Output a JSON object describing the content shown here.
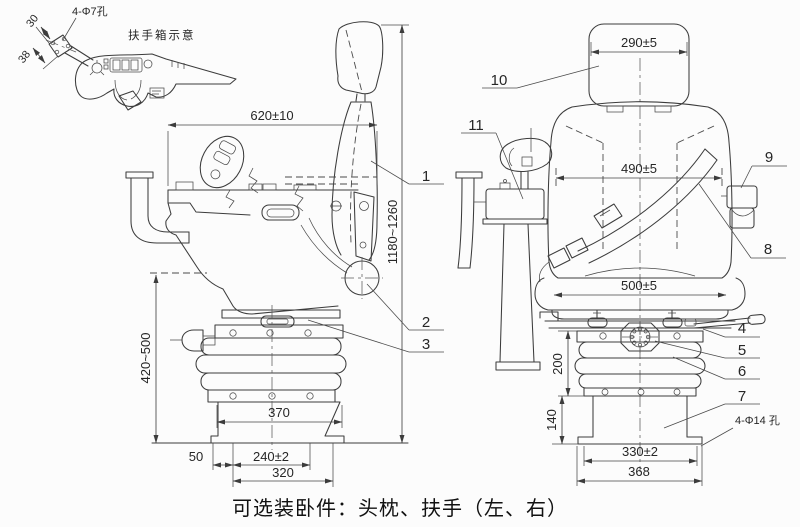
{
  "caption": "可选装卧件：头枕、扶手（左、右）",
  "detail_view": {
    "title": "扶手箱示意",
    "hole_label": "4-Φ7孔",
    "dim_30": "30",
    "dim_38": "38"
  },
  "side_view": {
    "dim_width_top": "620±10",
    "dim_overall_height": "1180~1260",
    "dim_seat_height": "420~500",
    "dim_base_width": "370",
    "dim_offset_50": "50",
    "dim_hole_span": "240±2",
    "dim_outer_span": "320"
  },
  "front_view": {
    "dim_headrest_width": "290±5",
    "dim_backrest_width": "490±5",
    "dim_cushion_width": "500±5",
    "dim_bellows_height": "200",
    "dim_pedestal_height": "140",
    "dim_hole_span": "330±2",
    "dim_base_width": "368",
    "hole_label": "4-Φ14 孔"
  },
  "callouts": {
    "c1": "1",
    "c2": "2",
    "c3": "3",
    "c4": "4",
    "c5": "5",
    "c6": "6",
    "c7": "7",
    "c8": "8",
    "c9": "9",
    "c10": "10",
    "c11": "11"
  }
}
